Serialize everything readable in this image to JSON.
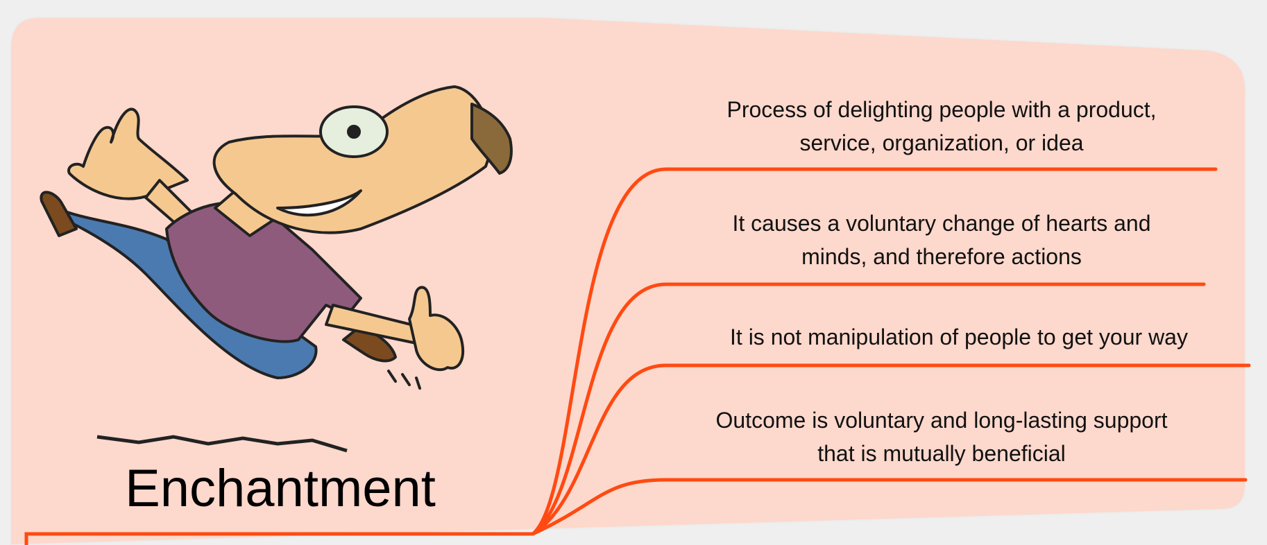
{
  "title": "Enchantment",
  "items": [
    {
      "line1": "Process of delighting people with a product,",
      "line2": "service, organization, or idea"
    },
    {
      "line1": "It causes a voluntary change of hearts and",
      "line2": "minds, and therefore actions"
    },
    {
      "line1": "It is not manipulation of people to get your way",
      "line2": ""
    },
    {
      "line1": "Outcome is voluntary and long-lasting support",
      "line2": "that is mutually beneficial"
    }
  ],
  "colors": {
    "background": "#efefef",
    "panel": "#fdd8cc",
    "line": "#ff4a12",
    "text": "#111111"
  },
  "illustration": "running-cartoon-man-icon"
}
